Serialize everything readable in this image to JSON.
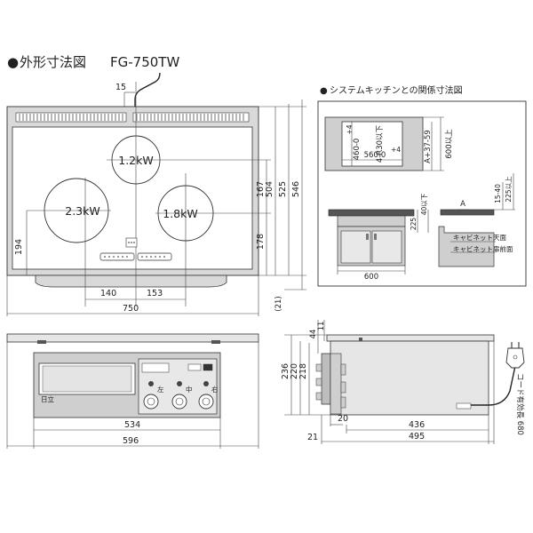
{
  "header": {
    "bullet": "●",
    "title": "外形寸法図",
    "model": "FG-750TW"
  },
  "top_view": {
    "zones": {
      "top": "1.2kW",
      "left": "2.3kW",
      "right": "1.8kW"
    },
    "dims": {
      "cord_offset": "15",
      "width": "750",
      "left_to_center": "140",
      "center_to_right": "153",
      "left_zone_height": "194",
      "right_zone_height": "178",
      "top_zone_height": "167",
      "d504": "504",
      "d525": "525",
      "d546": "546",
      "d21": "(21)"
    }
  },
  "kitchen_section": {
    "bullet": "●",
    "title": "システムキッチンとの関係寸法図",
    "cutout": {
      "depth": "460-0",
      "depth_tol": "+4",
      "corner": "4-R30以下",
      "width": "560-0",
      "width_tol": "+4",
      "a_dim": "A+37-59",
      "min_600": "600以上"
    },
    "side": {
      "d40": "40以下",
      "d225": "225",
      "a_label": "A",
      "d1540": "15-40",
      "d225up": "225以上",
      "cab_top": "キャビネット天面",
      "cab_front": "キャビネット扉前面"
    },
    "front_width": "600"
  },
  "front_view": {
    "dims": {
      "d534": "534",
      "d596": "596"
    },
    "panel": {
      "brand": "日立",
      "knob_labels": [
        "左",
        "中",
        "右"
      ]
    }
  },
  "side_view": {
    "dims": {
      "d11": "11",
      "d44": "44",
      "d236": "236",
      "d220": "220",
      "d218": "218",
      "d20": "20",
      "d436": "436",
      "d21": "21",
      "d495": "495"
    },
    "cord_label": "コード有効長 680"
  }
}
